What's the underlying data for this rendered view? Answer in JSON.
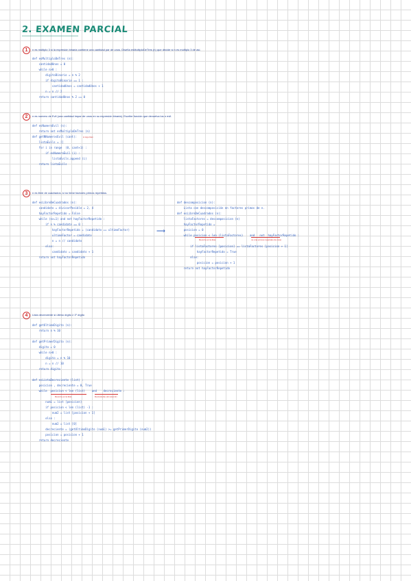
{
  "title": "2. EXAMEN PARCIAL",
  "exercises": [
    {
      "num": "1",
      "statement": "n es múltiplo 3 si la expresión binaria contiene una cantidad par de unos. Diseña esMultiploDeTres (n) que decide si n es múltiplo 3 de así.",
      "code": [
        "def esMultiploDeTres (n):",
        "    cantidadUnos = 0",
        "    while n>0 :",
        "        digitoBinario = n % 2",
        "        if digitoBinario == 1 :",
        "            cantidadUnos = cantidadUnos + 1",
        "        n = n // 2",
        "    return cantidadUnos % 2 == 0"
      ]
    },
    {
      "num": "2",
      "statement": "n es numero de Evil (una cantidad impar de unos en su expresión binaria). Escribe función que devuelva los n evil.",
      "code": [
        "def esNumeroEvil (n):",
        "    return not esMultiploDeTres (n)",
        "def getNNumerosEvil (cant):",
        "    listaEvils = []",
        "    for i in range  (0, cant+1) :",
        "        if esNumeroEvil (i) :",
        "            listaEvils.append (i)",
        "    return listaEvils"
      ],
      "note": "si sigo bien"
    },
    {
      "num": "3",
      "statement": "n es libre de cuadrados, si no tiene factores primos repetidos.",
      "code_left": [
        "def esLibreDeCuadrados (n):",
        "    candidato = divisorPosible = 2, 4",
        "    hayFactorRepetido = False",
        "    while (n>=1) and not hayFactorRepetido :",
        "        if n % candidato == 0 :",
        "            hayFactorRepetido = (candidato == ultimoFactor)",
        "            ultimoFactor = candidato",
        "            n = n // candidato",
        "        else:",
        "            candidato = candidato + 1",
        "    return not hayFactorRepetido"
      ],
      "code_right": [
        "def descomposicion (n):",
        "    Lista con descomposición en factores primos de n.",
        "def esLibreDeCuadrados (n):",
        "    listaFactores = descomposicion (n)",
        "    hayFactorRepetido = ",
        "    posicion = 0",
        "    while posicion < len (listaFactores)    and   not  hayFactorRepetido :",
        "        if listaFactores [posicion] == listaFactores [posicion + 1]",
        "            hayFactorRepetido = True",
        "        else:",
        "            posicion = posicion + 1",
        "    return not hayFactorRepetido"
      ],
      "note_left": "Recorre en la lista",
      "note_right": "no una errores repetidos (la ruta)"
    },
    {
      "num": "4",
      "statement": "Lista decreciente si último dígito ≥ 1º dígito",
      "code": [
        "def getUltimoDigito (n):",
        "    return n % 10",
        "def getPrimerDigito (n):",
        "    digito = 0",
        "    while n>0 :",
        "        digito = n % 10",
        "        n = n // 10",
        "    return digito",
        "",
        "def esListaDecreciente (list) :",
        "    posicion , decreciente = 0, True",
        "    while  posicion < len (list)    and    decreciente :",
        "        num1 = list [posicion]",
        "        if posicion < len (list) -1 :",
        "            num2 = list [posicion + 1]",
        "        else :",
        "            num2 = list [0]",
        "        decreciente = (getUltimoDigito (num1) >= getPrimerDigito (num2))",
        "        posicion = posicion + 1",
        "    return decreciente"
      ],
      "note_left": "Recorre en la lista",
      "note_right": "Decreciente (sin asumir)"
    }
  ],
  "arrow": "⟶"
}
